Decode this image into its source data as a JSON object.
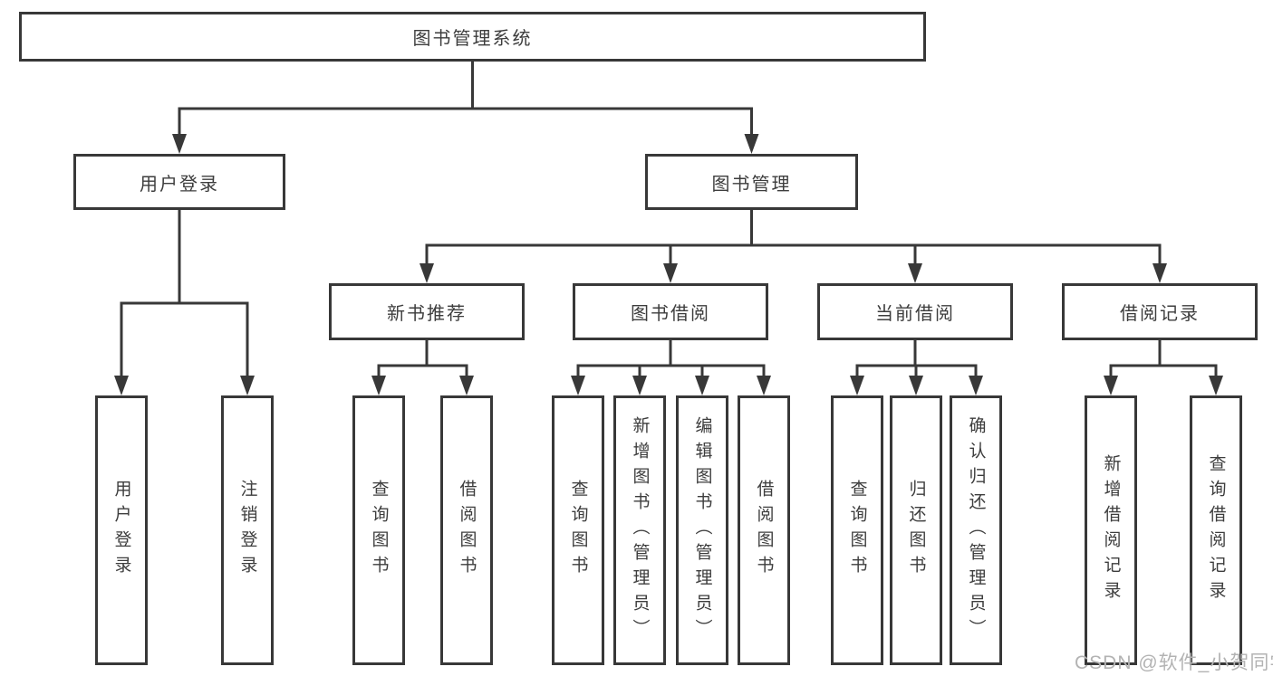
{
  "colors": {
    "line": "#383838",
    "text": "#3d3d3d",
    "watermark": "#b3b3b3",
    "background": "#ffffff"
  },
  "watermark": {
    "text": "CSDN @软件_小贺同学"
  },
  "tree": {
    "root": "图书管理系统",
    "branches": [
      {
        "label": "用户登录",
        "children": [
          "用户登录",
          "注销登录"
        ]
      },
      {
        "label": "图书管理",
        "groups": [
          {
            "label": "新书推荐",
            "children": [
              "查询图书",
              "借阅图书"
            ]
          },
          {
            "label": "图书借阅",
            "children": [
              "查询图书",
              "新增图书（管理员）",
              "编辑图书（管理员）",
              "借阅图书"
            ]
          },
          {
            "label": "当前借阅",
            "children": [
              "查询图书",
              "归还图书",
              "确认归还（管理员）"
            ]
          },
          {
            "label": "借阅记录",
            "children": [
              "新增借阅记录",
              "查询借阅记录"
            ]
          }
        ]
      }
    ]
  }
}
